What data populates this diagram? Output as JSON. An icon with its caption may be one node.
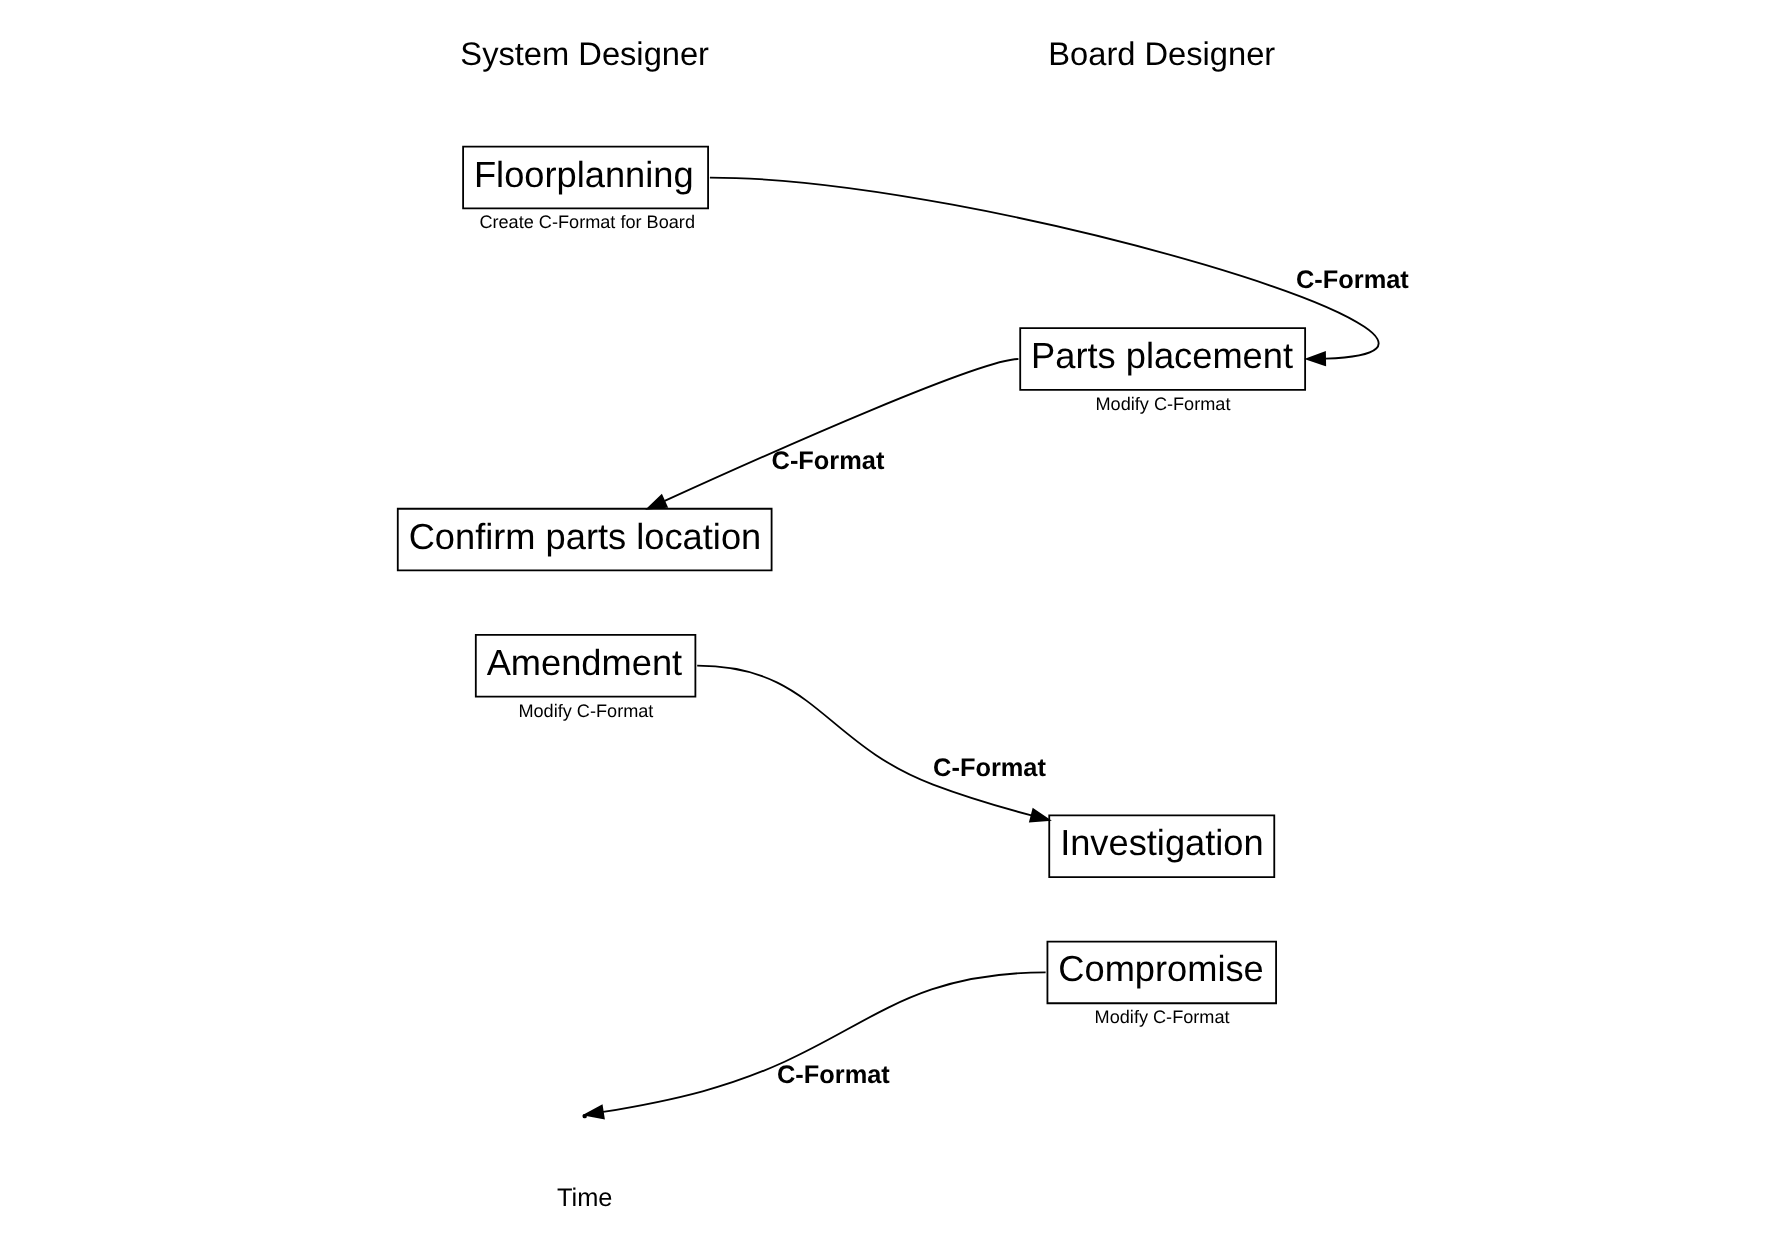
{
  "diagram": {
    "nodes": [
      {
        "text": [
          "Floorplanning"
        ],
        "beside": [
          "Create C-Format for Board"
        ]
      },
      {
        "text": [
          "Parts placement"
        ],
        "beside": [
          "Modify C-Format"
        ]
      },
      {
        "text": [
          "Confirm parts location"
        ]
      },
      {
        "text": [
          "Amendment"
        ],
        "beside": [
          "Modify C-Format"
        ]
      },
      {
        "text": [
          "Investigation"
        ]
      },
      {
        "text": [
          "Compromise"
        ],
        "beside": [
          "Modify C-Format"
        ]
      }
    ],
    "edges": [
      {
        "from": 0,
        "to": 1,
        "arrow": "to",
        "label": "C-Format"
      },
      {
        "from": 1,
        "to": 2,
        "arrow": "to",
        "label": "C-Format"
      },
      {
        "from": 3,
        "to": 4,
        "arrow": "to",
        "label": "C-Format"
      },
      {
        "from": 5,
        "to": null,
        "arrow": "to",
        "label": "C-Format"
      }
    ],
    "labels": [
      "System Designer",
      "Board Designer",
      "Time"
    ]
  }
}
